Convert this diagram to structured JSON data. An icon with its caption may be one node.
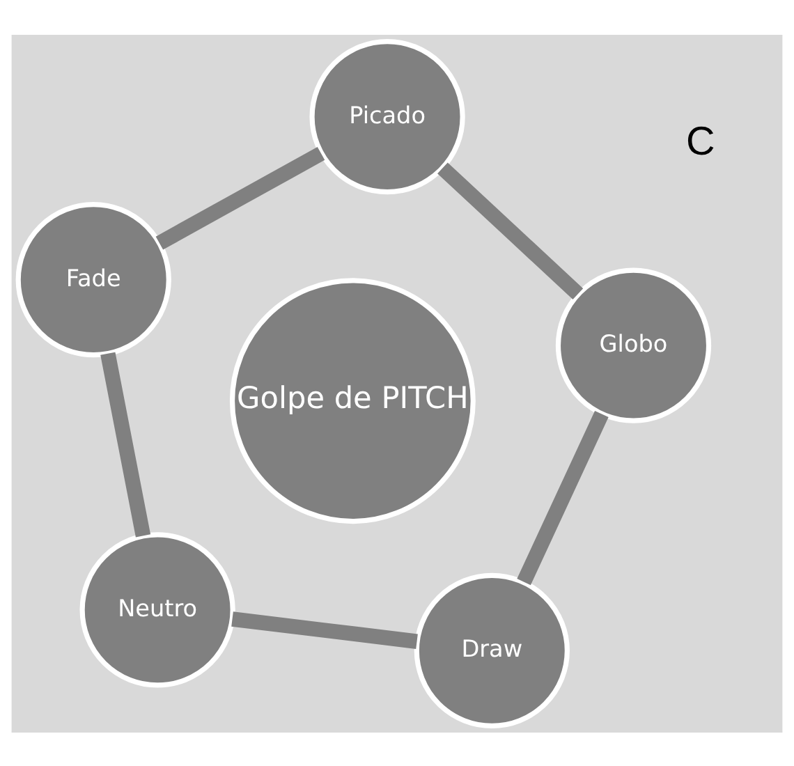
{
  "diagram": {
    "nodes": [
      {
        "text": [
          "Neutro"
        ]
      },
      {
        "text": [
          "Draw"
        ]
      },
      {
        "text": [
          "Golpe de PITCH"
        ]
      },
      {
        "text": [
          "Fade"
        ]
      },
      {
        "text": [
          "Globo"
        ]
      },
      {
        "text": [
          "Picado"
        ]
      }
    ],
    "edges": [
      {
        "from": 0,
        "to": 3,
        "arrow": "none"
      },
      {
        "from": 3,
        "to": 5,
        "arrow": "none"
      },
      {
        "from": 5,
        "to": 4,
        "arrow": "none"
      },
      {
        "from": 4,
        "to": 1,
        "arrow": "none"
      },
      {
        "from": 1,
        "to": 0,
        "arrow": "none"
      }
    ],
    "labels": [
      "C"
    ]
  }
}
